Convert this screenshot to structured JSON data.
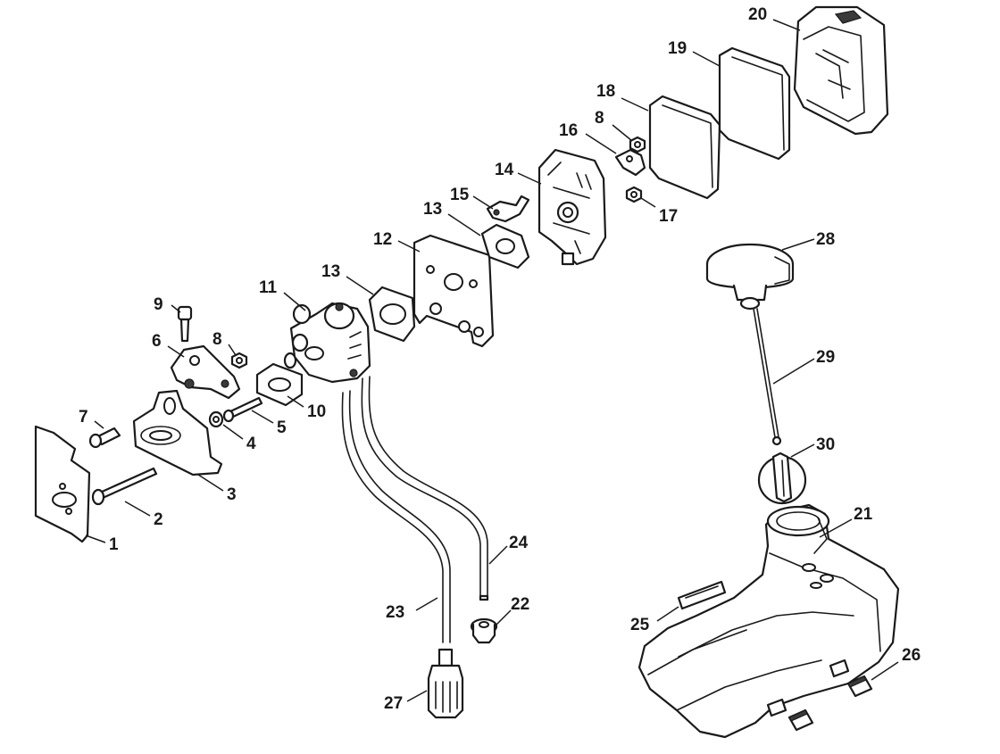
{
  "diagram": {
    "callouts": [
      "1",
      "2",
      "3",
      "4",
      "5",
      "6",
      "7",
      "8",
      "9",
      "10",
      "11",
      "12",
      "13",
      "14",
      "15",
      "16",
      "17",
      "18",
      "19",
      "20",
      "21",
      "22",
      "23",
      "24",
      "25",
      "26",
      "27",
      "28",
      "29",
      "30"
    ],
    "callout_8b": "8",
    "callout_13b": "13"
  },
  "colors": {
    "line": "#1a1a1a",
    "background": "#ffffff",
    "shade": "#3a3a3a"
  }
}
